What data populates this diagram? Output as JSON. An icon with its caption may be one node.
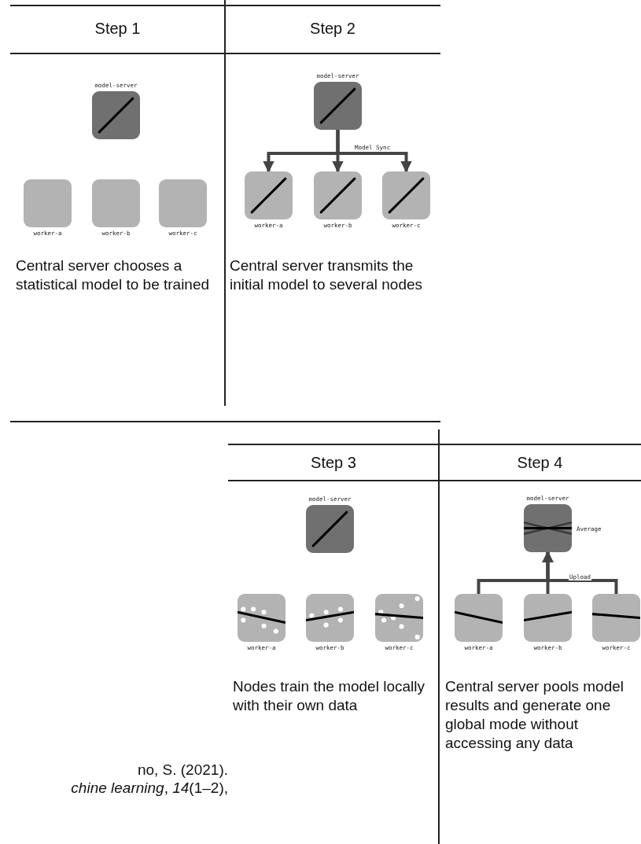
{
  "diagram": {
    "nodes": [
      {
        "text": [
          "model-server"
        ]
      },
      {
        "text": [
          "worker-a"
        ]
      },
      {
        "text": [
          "worker-b"
        ]
      },
      {
        "text": [
          "worker-c"
        ]
      },
      {
        "text": [
          "model-server"
        ]
      },
      {
        "text": [
          "worker-a"
        ]
      },
      {
        "text": [
          "worker-b"
        ]
      },
      {
        "text": [
          "worker-c"
        ]
      },
      {
        "text": [
          "model-server"
        ]
      },
      {
        "text": [
          "worker-a"
        ]
      },
      {
        "text": [
          "worker-b"
        ]
      },
      {
        "text": [
          "worker-c"
        ]
      },
      {
        "text": [
          "model-server"
        ],
        "beside": [
          "Average"
        ]
      },
      {
        "text": [
          "worker-a"
        ]
      },
      {
        "text": [
          "worker-b"
        ]
      },
      {
        "text": [
          "worker-c"
        ]
      }
    ],
    "edges": [
      {
        "from": 4,
        "to": 5,
        "arrow": "to"
      },
      {
        "from": 4,
        "to": 6,
        "arrow": "to"
      },
      {
        "from": 4,
        "to": 7,
        "arrow": "to",
        "label": "Model Sync"
      },
      {
        "from": 13,
        "to": 12,
        "arrow": "to"
      },
      {
        "from": 14,
        "to": 12,
        "arrow": "to"
      },
      {
        "from": 15,
        "to": 12,
        "arrow": "to",
        "label": "Upload"
      }
    ],
    "labels": [
      "Step 1",
      "Step 2",
      "Central server chooses a statistical model to be trained",
      "Central server transmits the initial model to several nodes",
      "Step 3",
      "Step 4",
      "Nodes train the model locally with their own data",
      "Central server pools model results and generate one global mode without accessing any data",
      "no, S. (2021).",
      "*chine learning*, *14*(1–2),"
    ]
  }
}
